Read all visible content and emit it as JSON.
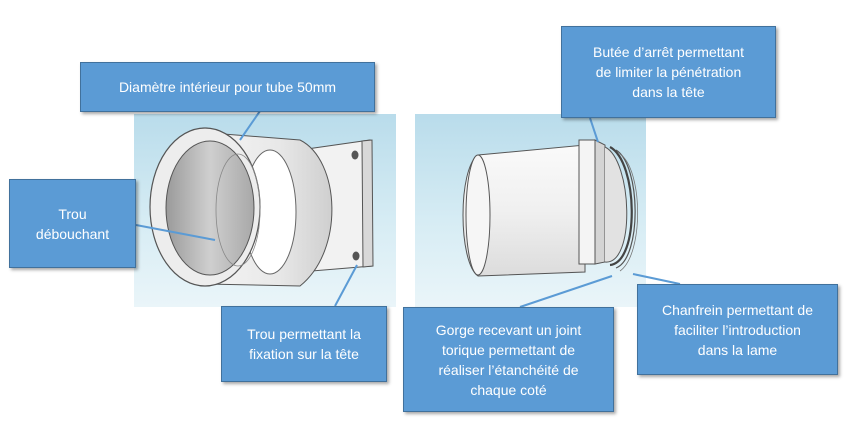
{
  "callouts": {
    "diametre": [
      "Diamètre intérieur pour tube  50mm"
    ],
    "trou": [
      "Trou",
      "débouchant"
    ],
    "fixation": [
      "Trou permettant la",
      "fixation sur la tête"
    ],
    "butee": [
      "Butée d’arrêt permettant",
      "de limiter la pénétration",
      "dans la tête"
    ],
    "gorge": [
      "Gorge recevant un joint",
      "torique permettant de",
      "réaliser l’étanchéité de",
      "chaque coté"
    ],
    "chanfrein": [
      "Chanfrein permettant de",
      "faciliter l’introduction",
      "dans la lame"
    ]
  },
  "colors": {
    "callout_fill": "#5b9bd5",
    "callout_border": "#41719c",
    "callout_text": "#ffffff",
    "panel_background": "#c9e4ef",
    "part_body": "#ececec",
    "part_outline": "#555555"
  }
}
